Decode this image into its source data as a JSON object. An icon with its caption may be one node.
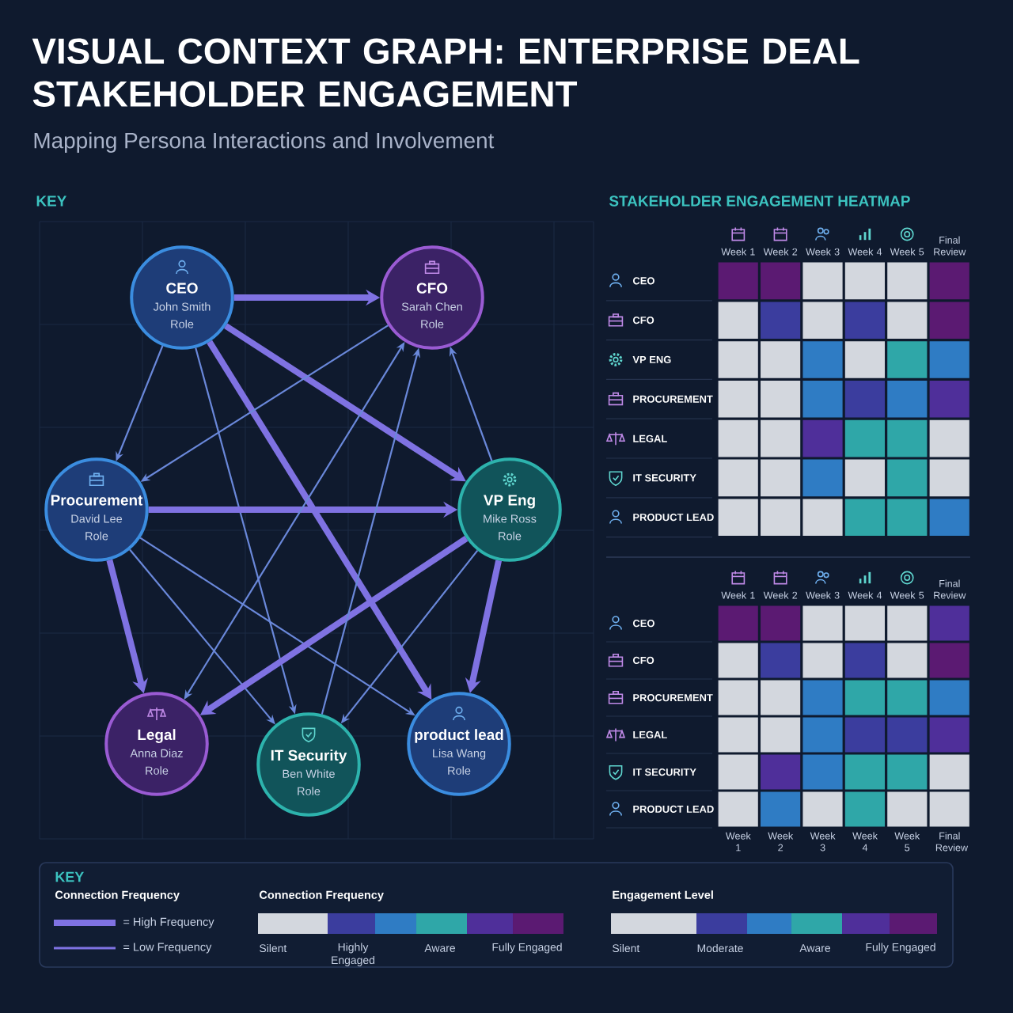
{
  "diagram": {
    "title": "VISUAL CONTEXT GRAPH: ENTERPRISE DEAL STAKEHOLDER ENGAGEMENT",
    "nodes": [
      {
        "text": [
          "CEO",
          "John Smith",
          "Role"
        ]
      },
      {
        "text": [
          "CFO",
          "Sarah Chen",
          "Role"
        ]
      },
      {
        "text": [
          "Procurement",
          "David Lee",
          "Role"
        ]
      },
      {
        "text": [
          "VP Eng",
          "Mike Ross",
          "Role"
        ]
      },
      {
        "text": [
          "Legal",
          "Anna Diaz",
          "Role"
        ]
      },
      {
        "text": [
          "IT Security",
          "Ben White",
          "Role"
        ]
      },
      {
        "text": [
          "product lead",
          "Lisa Wang",
          "Role"
        ]
      }
    ],
    "edges": [
      {
        "from": 0,
        "to": 1,
        "arrow": "to",
        "style": "thick"
      },
      {
        "from": 0,
        "to": 3,
        "arrow": "to",
        "style": "thick"
      },
      {
        "from": 0,
        "to": 6,
        "arrow": "to",
        "style": "thick"
      },
      {
        "from": 0,
        "to": 2,
        "arrow": "to"
      },
      {
        "from": 0,
        "to": 5,
        "arrow": "to"
      },
      {
        "from": 1,
        "to": 2,
        "arrow": "to"
      },
      {
        "from": 3,
        "to": 1,
        "arrow": "to"
      },
      {
        "from": 2,
        "to": 3,
        "arrow": "to",
        "style": "thick"
      },
      {
        "from": 2,
        "to": 4,
        "arrow": "to",
        "style": "thick"
      },
      {
        "from": 2,
        "to": 5,
        "arrow": "to"
      },
      {
        "from": 2,
        "to": 6,
        "arrow": "to"
      },
      {
        "from": 3,
        "to": 4,
        "arrow": "to",
        "style": "thick"
      },
      {
        "from": 3,
        "to": 6,
        "arrow": "to",
        "style": "thick"
      },
      {
        "from": 3,
        "to": 5,
        "arrow": "to"
      },
      {
        "from": 4,
        "to": 1,
        "arrow": "both"
      },
      {
        "from": 5,
        "to": 1,
        "arrow": "to"
      }
    ],
    "labels": [
      "Mapping Persona Interactions and Involvement",
      "KEY",
      "STAKEHOLDER ENGAGEMENT HEATMAP",
      "Week 1",
      "Week 2",
      "Week 3",
      "Week 4",
      "Week 5",
      "Final Review",
      "CEO",
      "CFO",
      "VP ENG",
      "PROCUREMENT",
      "LEGAL",
      "IT SECURITY",
      "PRODUCT LEAD",
      "Week 1",
      "Week 2",
      "Week 3",
      "Week 4",
      "Week 5",
      "Final Review",
      "CEO",
      "CFO",
      "PROCUREMENT",
      "LEGAL",
      "IT SECURITY",
      "PRODUCT LEAD",
      "Week 1",
      "Week 2",
      "Week 3",
      "Week 4",
      "Week 5",
      "Final Review",
      "KEY",
      "Connection Frequency",
      "Connection Frequency",
      "Silent",
      "Highly Engaged",
      "Aware",
      "Fully Engaged",
      "Engagement Level",
      "Silent",
      "Moderate",
      "Aware",
      "Fully Engaged"
    ],
    "legend": [
      {
        "text": "= High Frequency"
      },
      {
        "text": "= Low Frequency"
      }
    ]
  }
}
